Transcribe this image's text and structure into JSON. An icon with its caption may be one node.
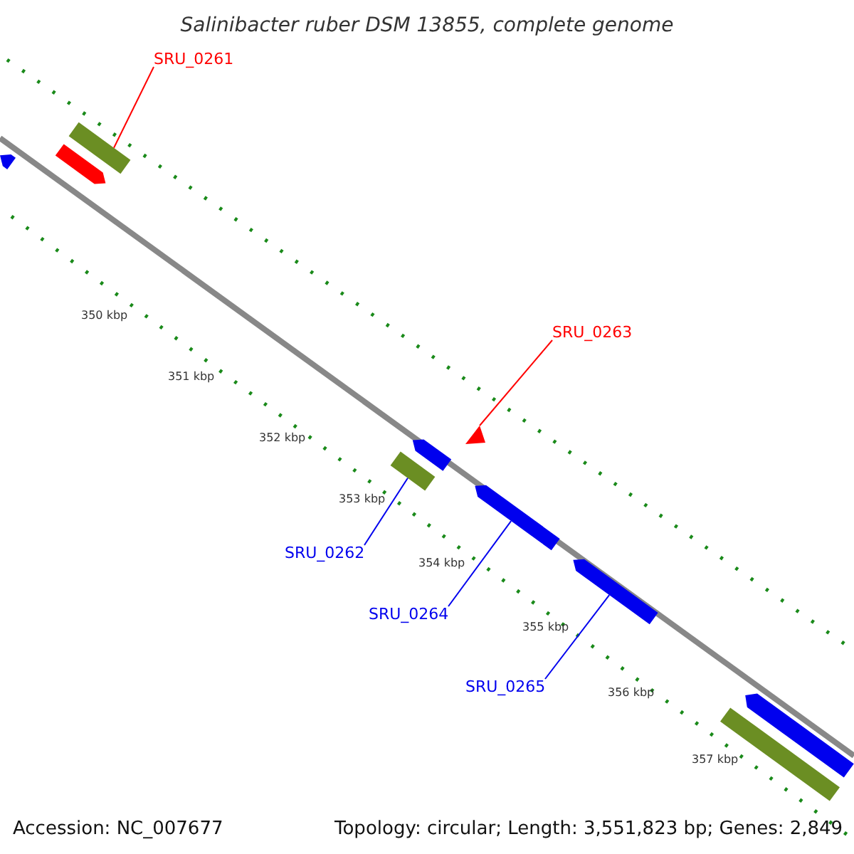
{
  "diagram": {
    "title": "Salinibacter ruber DSM 13855, complete genome",
    "nodes": [
      {
        "text": [
          "SRU_0261"
        ]
      },
      {
        "text": [],
        "shape": "box"
      },
      {
        "text": [
          "SRU_0263"
        ]
      },
      {
        "text": [],
        "shape": "triangle"
      },
      {
        "text": [
          "SRU_0262"
        ]
      },
      {
        "text": [],
        "shape": "box"
      },
      {
        "text": [
          "SRU_0264"
        ]
      },
      {
        "text": [],
        "shape": "arrow"
      },
      {
        "text": [
          "SRU_0265"
        ]
      },
      {
        "text": [],
        "shape": "arrow"
      },
      {
        "text": [],
        "shape": "arrow"
      },
      {
        "text": [],
        "shape": "arrow"
      },
      {
        "text": [],
        "shape": "arrow"
      },
      {
        "text": [],
        "shape": "arrow"
      },
      {
        "text": [],
        "shape": "box"
      }
    ],
    "edges": [
      {
        "from": 0,
        "to": 1,
        "arrow": "none",
        "color": "#ff0000"
      },
      {
        "from": 2,
        "to": 3,
        "arrow": "none",
        "color": "#ff0000"
      },
      {
        "from": 4,
        "to": 5,
        "arrow": "none"
      },
      {
        "from": 6,
        "to": 7,
        "arrow": "none"
      },
      {
        "from": 8,
        "to": 9,
        "arrow": "none"
      }
    ],
    "labels": [
      "350 kbp",
      "351 kbp",
      "352 kbp",
      "353 kbp",
      "354 kbp",
      "355 kbp",
      "356 kbp",
      "357 kbp",
      "Accession: NC_007677",
      "Topology: circular; Length: 3,551,823 bp; Genes: 2,849"
    ]
  }
}
